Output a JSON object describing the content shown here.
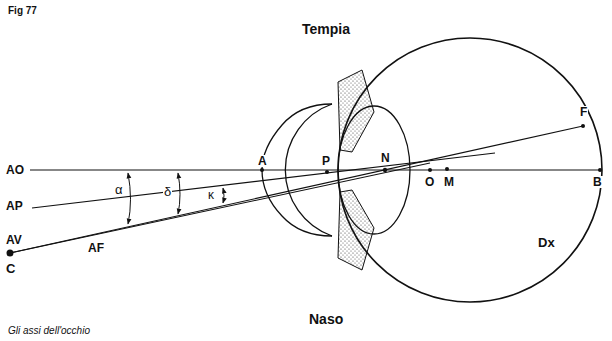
{
  "diagram": {
    "title": "Fig 77",
    "caption": "Gli assi dell'occhio",
    "labels": [
      "Tempia",
      "Naso",
      "AO",
      "AP",
      "AV",
      "AF",
      "C",
      "α",
      "δ",
      "κ",
      "A",
      "P",
      "N",
      "O",
      "M",
      "B",
      "F",
      "Dx"
    ]
  }
}
